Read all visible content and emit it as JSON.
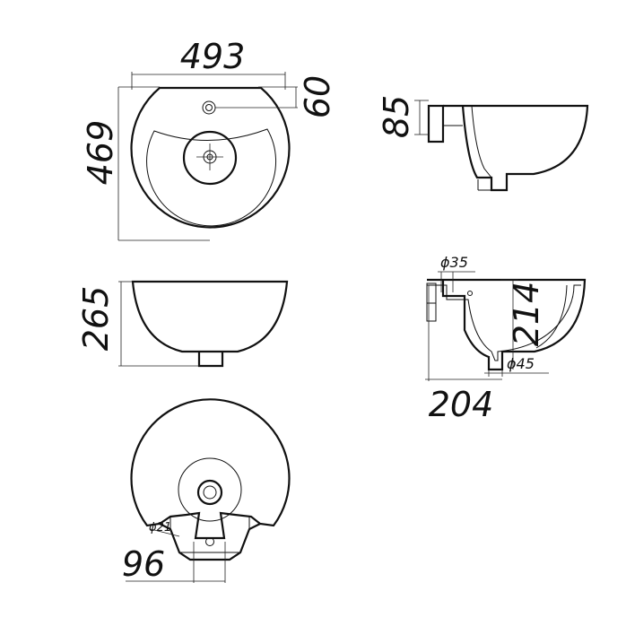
{
  "dimensions": {
    "top_width": "493",
    "top_depth": "469",
    "tap_hole_offset": "60",
    "side_tap_height": "85",
    "front_height": "265",
    "waste_dia": "ϕ45",
    "overflow_dia": "ϕ35",
    "section_height": "214",
    "section_depth": "204",
    "back_tap_dia": "ϕ21",
    "back_spacing": "96"
  }
}
